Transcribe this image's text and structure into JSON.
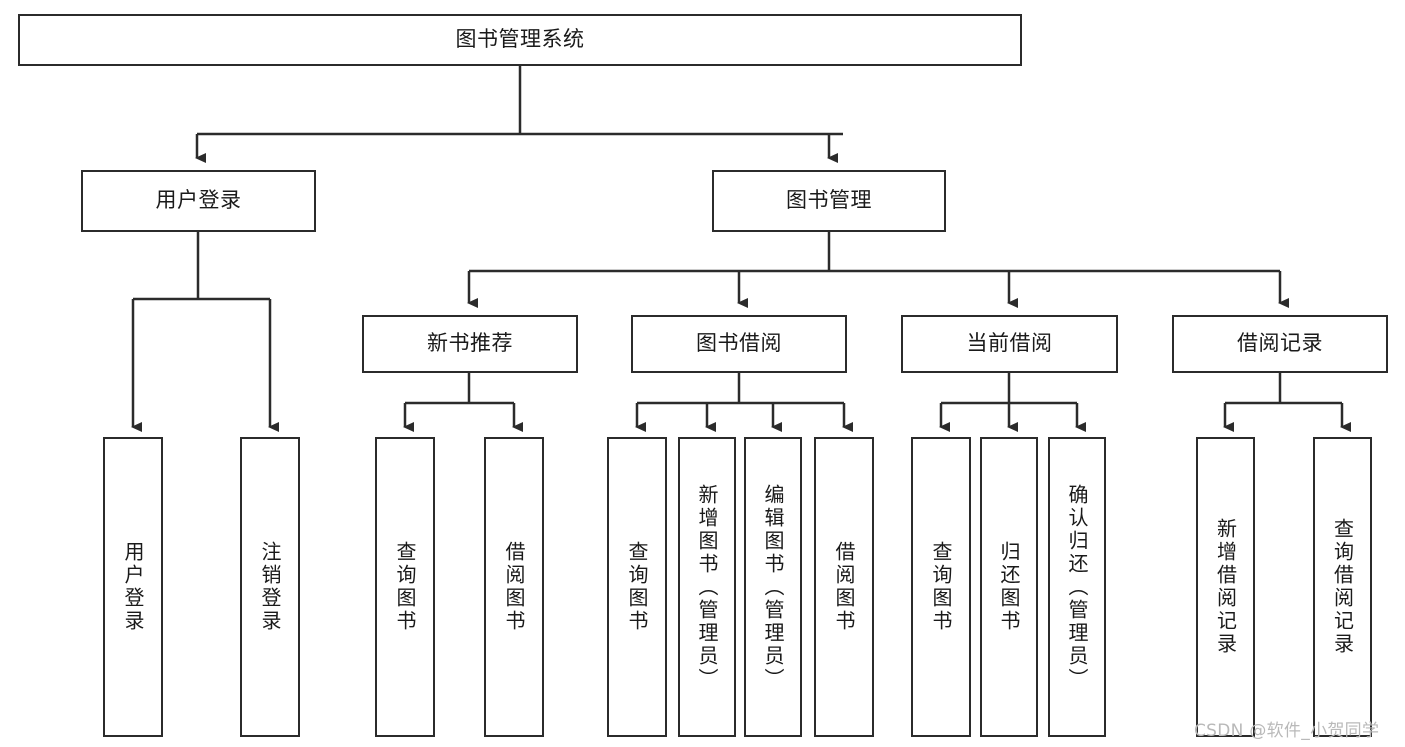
{
  "diagram": {
    "title": "图书管理系统",
    "root": {
      "id": "root",
      "label": "图书管理系统"
    },
    "level2": [
      {
        "id": "user-login",
        "label": "用户登录"
      },
      {
        "id": "book-manage",
        "label": "图书管理"
      }
    ],
    "level3": [
      {
        "id": "new-book-recommend",
        "label": "新书推荐"
      },
      {
        "id": "book-borrow",
        "label": "图书借阅"
      },
      {
        "id": "current-borrow",
        "label": "当前借阅"
      },
      {
        "id": "borrow-record",
        "label": "借阅记录"
      }
    ],
    "leaves": {
      "user_login": [
        {
          "id": "leaf-user-login",
          "label": "用户登录"
        },
        {
          "id": "leaf-logout",
          "label": "注销登录"
        }
      ],
      "new_book_recommend": [
        {
          "id": "leaf-query-book-1",
          "label": "查询图书"
        },
        {
          "id": "leaf-borrow-book-1",
          "label": "借阅图书"
        }
      ],
      "book_borrow": [
        {
          "id": "leaf-query-book-2",
          "label": "查询图书"
        },
        {
          "id": "leaf-add-book",
          "label": "新增图书（管理员）"
        },
        {
          "id": "leaf-edit-book",
          "label": "编辑图书（管理员）"
        },
        {
          "id": "leaf-borrow-book-2",
          "label": "借阅图书"
        }
      ],
      "current_borrow": [
        {
          "id": "leaf-query-book-3",
          "label": "查询图书"
        },
        {
          "id": "leaf-return-book",
          "label": "归还图书"
        },
        {
          "id": "leaf-confirm-return",
          "label": "确认归还（管理员）"
        }
      ],
      "borrow_record": [
        {
          "id": "leaf-add-record",
          "label": "新增借阅记录"
        },
        {
          "id": "leaf-query-record",
          "label": "查询借阅记录"
        }
      ]
    },
    "watermark": "CSDN @软件_小贺同学",
    "colors": {
      "stroke": "#2b2b2b",
      "fill": "#ffffff",
      "text": "#1a1a1a",
      "watermark": "#b9b9b9"
    }
  }
}
